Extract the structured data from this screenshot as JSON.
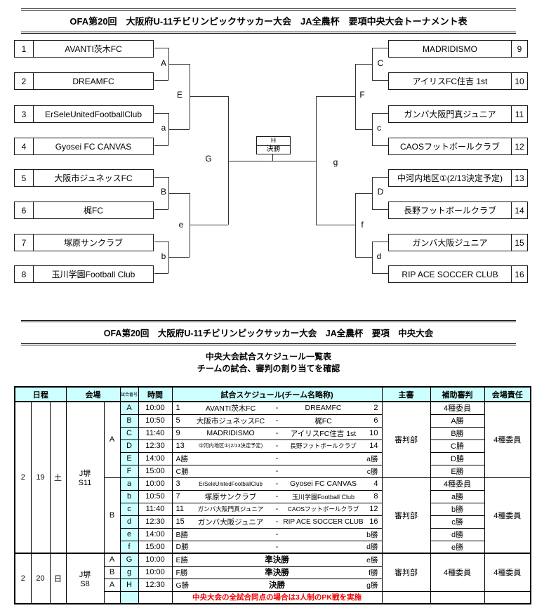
{
  "bracket": {
    "title": "OFA第20回　大阪府U-11チビリンピックサッカー大会　JA全農杯　要項中央大会トーナメント表",
    "teams_left": [
      {
        "no": "1",
        "name": "AVANTI茨木FC"
      },
      {
        "no": "2",
        "name": "DREAMFC"
      },
      {
        "no": "3",
        "name": "ErSeleUnitedFootballClub"
      },
      {
        "no": "4",
        "name": "Gyosei FC CANVAS"
      },
      {
        "no": "5",
        "name": "大阪市ジュネッスFC"
      },
      {
        "no": "6",
        "name": "梶FC"
      },
      {
        "no": "7",
        "name": "塚原サンクラブ"
      },
      {
        "no": "8",
        "name": "玉川学園Football Club"
      }
    ],
    "teams_right": [
      {
        "no": "9",
        "name": "MADRIDISMO"
      },
      {
        "no": "10",
        "name": "アイリスFC住吉 1st"
      },
      {
        "no": "11",
        "name": "ガンバ大阪門真ジュニア"
      },
      {
        "no": "12",
        "name": "CAOSフットボールクラブ"
      },
      {
        "no": "13",
        "name": "中河内地区①(2/13決定予定)"
      },
      {
        "no": "14",
        "name": "長野フットボールクラブ"
      },
      {
        "no": "15",
        "name": "ガンバ大阪ジュニア"
      },
      {
        "no": "16",
        "name": "RIP ACE SOCCER CLUB"
      }
    ],
    "labels": {
      "A": "A",
      "a": "a",
      "B": "B",
      "b": "b",
      "E": "E",
      "e": "e",
      "G": "G",
      "C": "C",
      "c": "c",
      "D": "D",
      "d": "d",
      "F": "F",
      "f": "f",
      "g": "g"
    },
    "final": {
      "letter": "H",
      "name": "決勝"
    }
  },
  "schedule": {
    "title": "OFA第20回　大阪府U-11チビリンピックサッカー大会　JA全農杯　要項　中央大会",
    "subtitle1": "中央大会試合スケジュール一覧表",
    "subtitle2": "チームの試合、審判の割り当てを確認",
    "headers": {
      "date": "日程",
      "venue": "会場",
      "match_no": "試合番号",
      "time": "時間",
      "match": "試合スケジュール(チーム名略称)",
      "referee": "主審",
      "assistant": "補助審判",
      "responsible": "会場責任"
    },
    "groups": {
      "day1": {
        "month": "2",
        "day": "19",
        "weekday": "土",
        "venue1": "J堺",
        "venue2": "S11",
        "blockA": "A",
        "blockB": "B",
        "refereeA": "審判部",
        "refereeB": "審判部",
        "responsibleA": "4種委員",
        "responsibleB": "4種委員"
      },
      "day2": {
        "month": "2",
        "day": "20",
        "weekday": "日",
        "venue1": "J堺",
        "venue2": "S8",
        "referee": "審判部",
        "assistant": "4種委員",
        "responsible": "4種委員"
      }
    },
    "rows": [
      {
        "block": "",
        "letter": "A",
        "time": "10:00",
        "lno": "1",
        "left": "AVANTI茨木FC",
        "mid": "-",
        "right": "DREAMFC",
        "rno": "2",
        "assistant": "4種委員"
      },
      {
        "block": "",
        "letter": "B",
        "time": "10:50",
        "lno": "5",
        "left": "大阪市ジュネッスFC",
        "mid": "-",
        "right": "梶FC",
        "rno": "6",
        "assistant": "A勝"
      },
      {
        "block": "",
        "letter": "C",
        "time": "11:40",
        "lno": "9",
        "left": "MADRIDISMO",
        "mid": "-",
        "right": "アイリスFC住吉 1st",
        "rno": "10",
        "assistant": "B勝"
      },
      {
        "block": "",
        "letter": "D",
        "time": "12:30",
        "lno": "13",
        "left": "中河内地区①(2/13決定予定)",
        "mid": "-",
        "right": "長野フットボールクラブ",
        "rno": "14",
        "assistant": "C勝"
      },
      {
        "block": "",
        "letter": "E",
        "time": "14:00",
        "lno": "",
        "left": "A勝",
        "mid": "-",
        "right": "a勝",
        "rno": "",
        "assistant": "D勝"
      },
      {
        "block": "",
        "letter": "F",
        "time": "15:00",
        "lno": "",
        "left": "C勝",
        "mid": "-",
        "right": "c勝",
        "rno": "",
        "assistant": "E勝"
      },
      {
        "block": "",
        "letter": "a",
        "time": "10:00",
        "lno": "3",
        "left": "ErSeleUnitedFootballClub",
        "mid": "-",
        "right": "Gyosei FC CANVAS",
        "rno": "4",
        "assistant": "4種委員"
      },
      {
        "block": "",
        "letter": "b",
        "time": "10:50",
        "lno": "7",
        "left": "塚原サンクラブ",
        "mid": "-",
        "right": "玉川学園Football Club",
        "rno": "8",
        "assistant": "a勝"
      },
      {
        "block": "",
        "letter": "c",
        "time": "11:40",
        "lno": "11",
        "left": "ガンバ大阪門真ジュニア",
        "mid": "-",
        "right": "CAOSフットボールクラブ",
        "rno": "12",
        "assistant": "b勝"
      },
      {
        "block": "",
        "letter": "d",
        "time": "12:30",
        "lno": "15",
        "left": "ガンバ大阪ジュニア",
        "mid": "-",
        "right": "RIP ACE SOCCER CLUB",
        "rno": "16",
        "assistant": "c勝"
      },
      {
        "block": "",
        "letter": "e",
        "time": "14:00",
        "lno": "",
        "left": "B勝",
        "mid": "-",
        "right": "b勝",
        "rno": "",
        "assistant": "d勝"
      },
      {
        "block": "",
        "letter": "f",
        "time": "15:00",
        "lno": "",
        "left": "D勝",
        "mid": "-",
        "right": "d勝",
        "rno": "",
        "assistant": "e勝"
      },
      {
        "block": "A",
        "letter": "G",
        "time": "10:00",
        "lno": "",
        "left": "E勝",
        "mid": "準決勝",
        "right": "e勝",
        "rno": "",
        "assistant": ""
      },
      {
        "block": "B",
        "letter": "g",
        "time": "10:00",
        "lno": "",
        "left": "F勝",
        "mid": "準決勝",
        "right": "f勝",
        "rno": "",
        "assistant": ""
      },
      {
        "block": "A",
        "letter": "H",
        "time": "12:30",
        "lno": "",
        "left": "G勝",
        "mid": "決勝",
        "right": "g勝",
        "rno": "",
        "assistant": ""
      },
      {
        "note": "中央大会の全試合同点の場合は3人制のPK戦を実施"
      }
    ]
  }
}
